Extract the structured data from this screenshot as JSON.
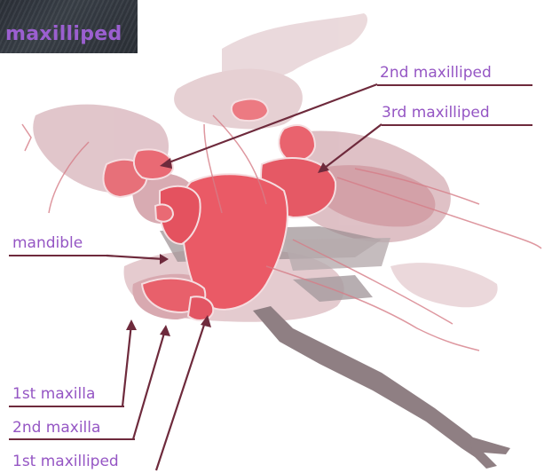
{
  "title": "maxilliped",
  "labels": {
    "second_maxilliped": "2nd maxilliped",
    "third_maxilliped": "3rd maxilliped",
    "mandible": "mandible",
    "first_maxilla": "1st maxilla",
    "second_maxilla": "2nd maxilla",
    "first_maxilliped": "1st maxilliped"
  },
  "colors": {
    "label_text": "#9556c4",
    "leader_line": "#6e2a3c",
    "highlight_part": "#e8505a",
    "body_pale": "#e6ccd0",
    "body_mid": "#c99aa2",
    "shadow_grey": "#8a7d80"
  }
}
